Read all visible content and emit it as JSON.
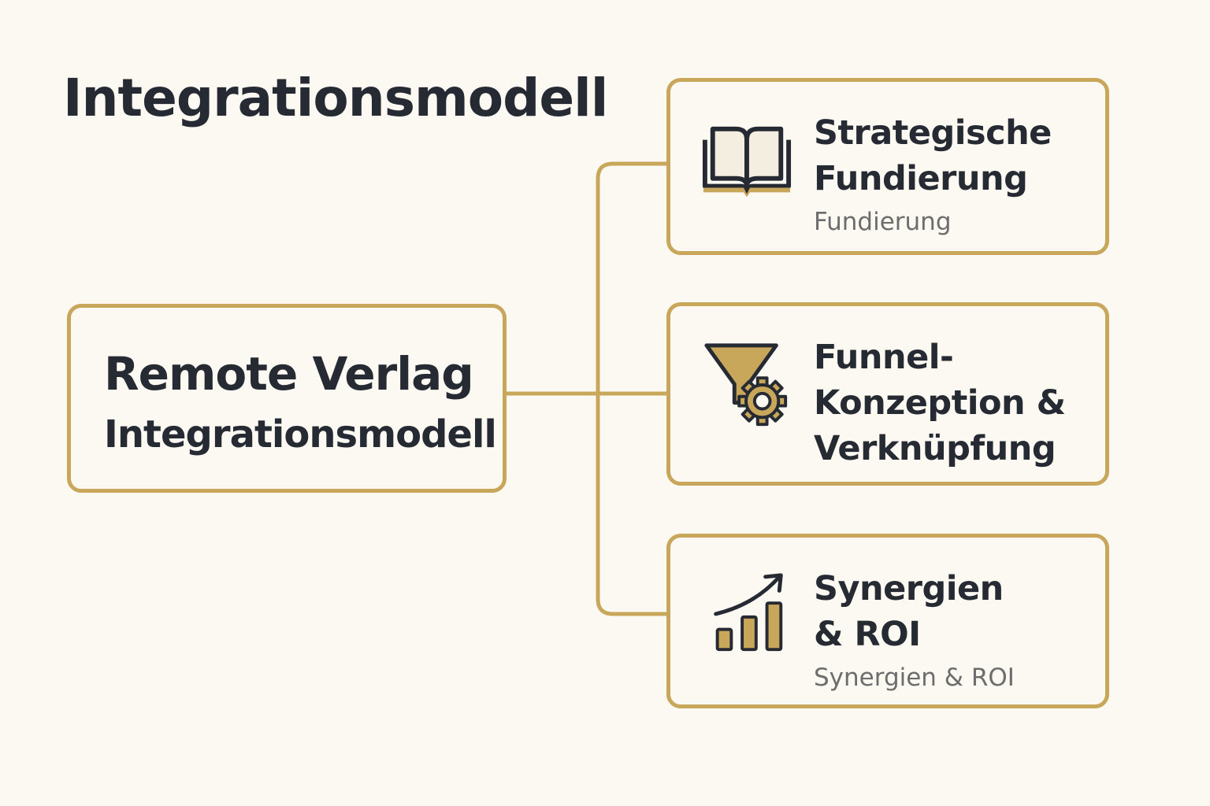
{
  "page": {
    "title": "Integrationsmodell"
  },
  "center": {
    "line1": "Remote Verlag",
    "line2": "Integrationsmodell"
  },
  "branches": [
    {
      "title": "Strategische\nFundierung",
      "subtitle": "Fundierung",
      "icon": "open-book-icon"
    },
    {
      "title": "Funnel-\nKonzeption &\nVerknüpfung",
      "subtitle": "",
      "icon": "funnel-gear-icon"
    },
    {
      "title": "Synergien\n& ROI",
      "subtitle": "Synergien & ROI",
      "icon": "growth-chart-icon"
    }
  ],
  "colors": {
    "background": "#fcf9f2",
    "accent": "#c8a75b",
    "text": "#262a33",
    "subtext": "#6d6d6d"
  }
}
